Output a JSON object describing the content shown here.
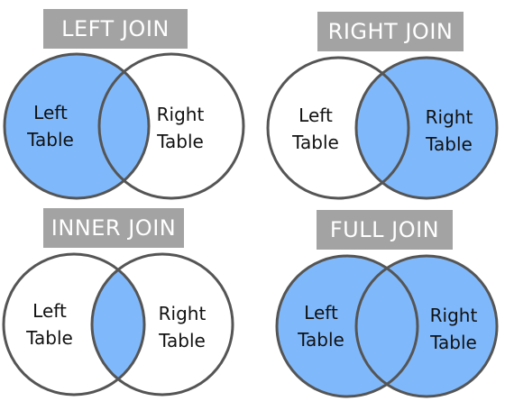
{
  "colors": {
    "highlight": "#80b9fb",
    "outline": "#555555",
    "title_bg": "#a3a3a3",
    "title_text": "#ffffff",
    "label_text": "#111111"
  },
  "joins": [
    {
      "title": "LEFT JOIN",
      "left_label": {
        "line1": "Left",
        "line2": "Table"
      },
      "right_label": {
        "line1": "Right",
        "line2": "Table"
      },
      "highlight": {
        "left_only": true,
        "intersection": true,
        "right_only": false
      }
    },
    {
      "title": "RIGHT JOIN",
      "left_label": {
        "line1": "Left",
        "line2": "Table"
      },
      "right_label": {
        "line1": "Right",
        "line2": "Table"
      },
      "highlight": {
        "left_only": false,
        "intersection": true,
        "right_only": true
      }
    },
    {
      "title": "INNER JOIN",
      "left_label": {
        "line1": "Left",
        "line2": "Table"
      },
      "right_label": {
        "line1": "Right",
        "line2": "Table"
      },
      "highlight": {
        "left_only": false,
        "intersection": true,
        "right_only": false
      }
    },
    {
      "title": "FULL JOIN",
      "left_label": {
        "line1": "Left",
        "line2": "Table"
      },
      "right_label": {
        "line1": "Right",
        "line2": "Table"
      },
      "highlight": {
        "left_only": true,
        "intersection": true,
        "right_only": true
      }
    }
  ]
}
